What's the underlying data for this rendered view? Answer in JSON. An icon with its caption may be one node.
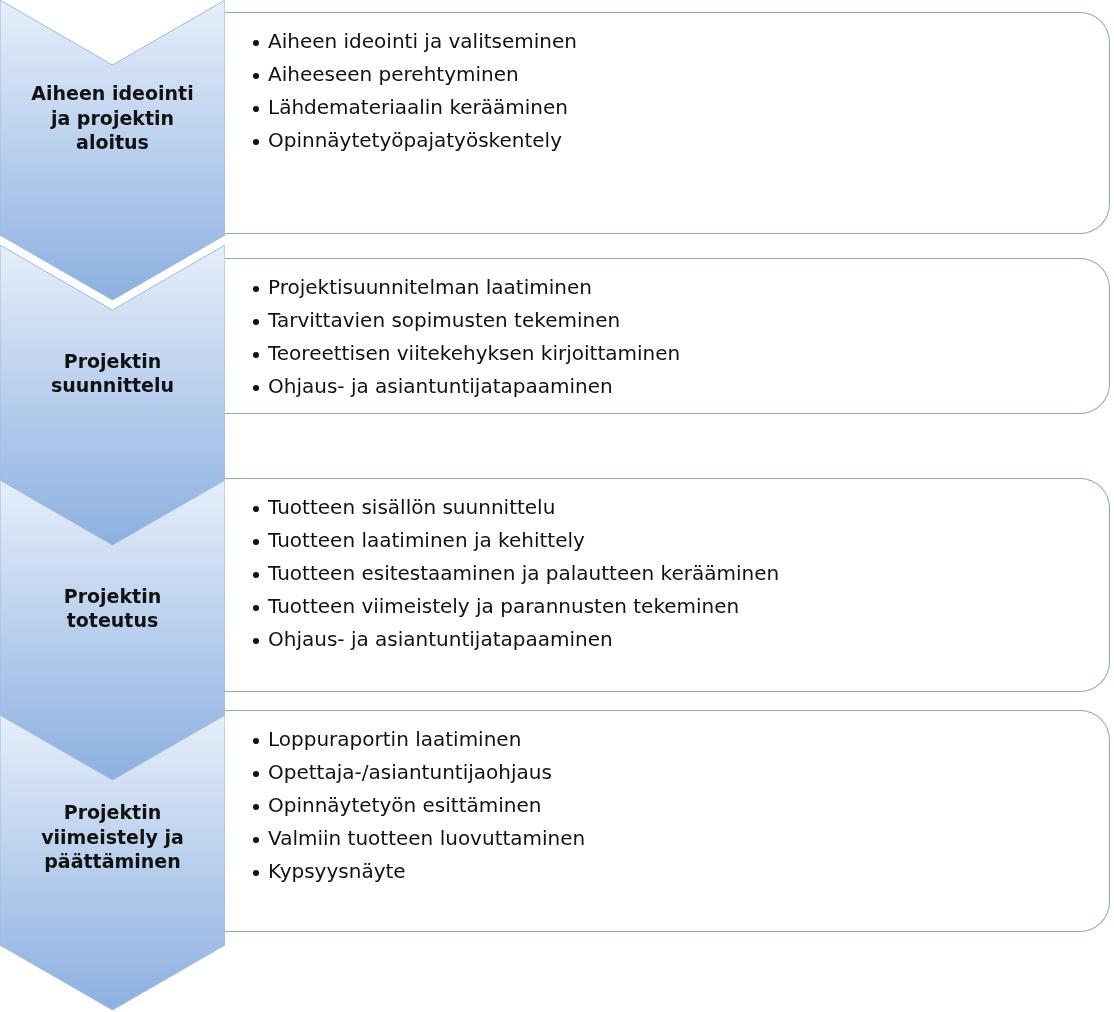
{
  "diagram": {
    "nodes": [
      {
        "text": [
          "Aiheen ideointi ja projektin aloitus"
        ]
      },
      {
        "text": [
          "Aiheen ideointi ja valitseminen",
          "Aiheeseen perehtyminen",
          "Lähdemateriaalin kerääminen",
          "Opinnäytetyöpajatyöskentely"
        ]
      },
      {
        "text": [
          "Projektin suunnittelu"
        ]
      },
      {
        "text": [
          "Projektisuunnitelman laatiminen",
          "Tarvittavien sopimusten tekeminen",
          "Teoreettisen viitekehyksen kirjoittaminen",
          "Ohjaus- ja asiantuntijatapaaminen"
        ]
      },
      {
        "text": [
          "Projektin toteutus"
        ]
      },
      {
        "text": [
          "Tuotteen sisällön suunnittelu",
          "Tuotteen laatiminen ja kehittely",
          "Tuotteen esitestaaminen ja palautteen kerääminen",
          "Tuotteen viimeistely ja parannusten tekeminen",
          "Ohjaus- ja asiantuntijatapaaminen"
        ]
      },
      {
        "text": [
          "Projektin viimeistely ja päättäminen"
        ]
      },
      {
        "text": [
          "Loppuraportin laatiminen",
          "Opettaja-/asiantuntijaohjaus",
          "Opinnäytetyön esittäminen",
          "Valmiin tuotteen luovuttaminen",
          "Kypsyysnäyte"
        ]
      }
    ]
  }
}
